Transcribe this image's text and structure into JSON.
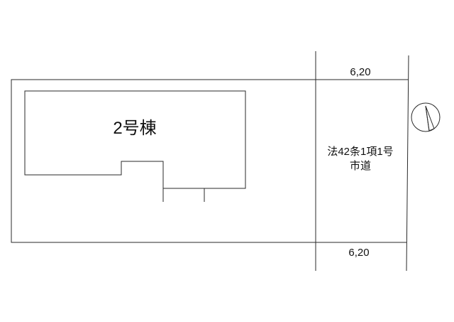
{
  "building": {
    "label": "2号棟"
  },
  "road": {
    "line1": "法42条1項1号",
    "line2": "市道",
    "width_top": "6,20",
    "width_bottom": "6,20"
  },
  "north_arrow": {
    "icon": "north-arrow-icon"
  },
  "colors": {
    "line": "#2a2a2a",
    "text": "#111111",
    "background": "#ffffff"
  }
}
